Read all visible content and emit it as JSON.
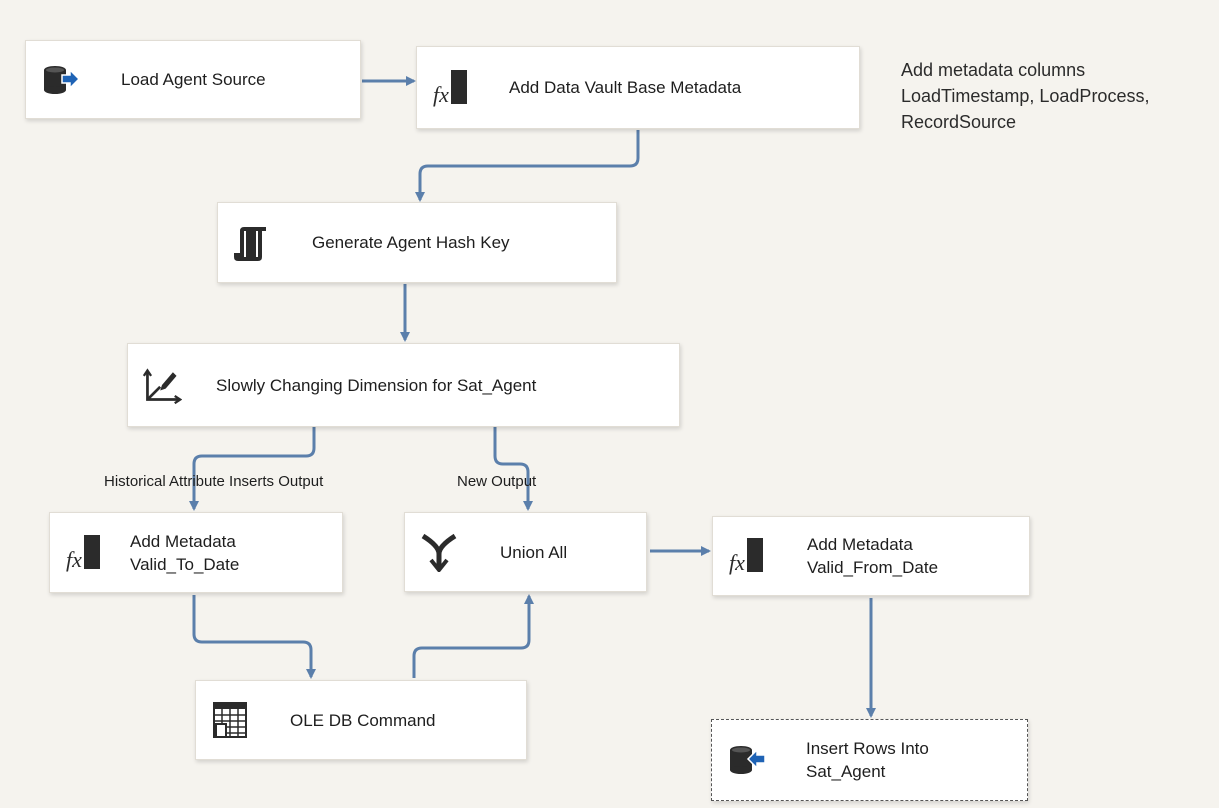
{
  "nodes": {
    "load_source": {
      "label": "Load Agent Source",
      "icon": "source-db-icon"
    },
    "add_base_metadata": {
      "label": "Add Data Vault Base Metadata",
      "icon": "derived-column-icon"
    },
    "generate_hash": {
      "label": "Generate Agent Hash Key",
      "icon": "script-component-icon"
    },
    "scd": {
      "label": "Slowly Changing Dimension for Sat_Agent",
      "icon": "slowly-changing-dimension-icon"
    },
    "add_valid_to": {
      "label": "Add Metadata\nValid_To_Date",
      "icon": "derived-column-icon"
    },
    "union_all": {
      "label": "Union All",
      "icon": "union-all-icon"
    },
    "add_valid_from": {
      "label": "Add Metadata\nValid_From_Date",
      "icon": "derived-column-icon"
    },
    "ole_db_command": {
      "label": "OLE DB Command",
      "icon": "ole-db-command-icon"
    },
    "insert_rows": {
      "label": "Insert Rows Into\nSat_Agent",
      "icon": "destination-db-icon"
    }
  },
  "path_labels": {
    "historical": "Historical Attribute Inserts Output",
    "new_output": "New Output"
  },
  "annotation": "Add metadata columns\nLoadTimestamp, LoadProcess,\nRecordSource",
  "colors": {
    "canvas": "#f5f3ee",
    "arrow": "#5b7fab",
    "icon_dark": "#2b2b2b",
    "icon_blue": "#1f63b5"
  }
}
